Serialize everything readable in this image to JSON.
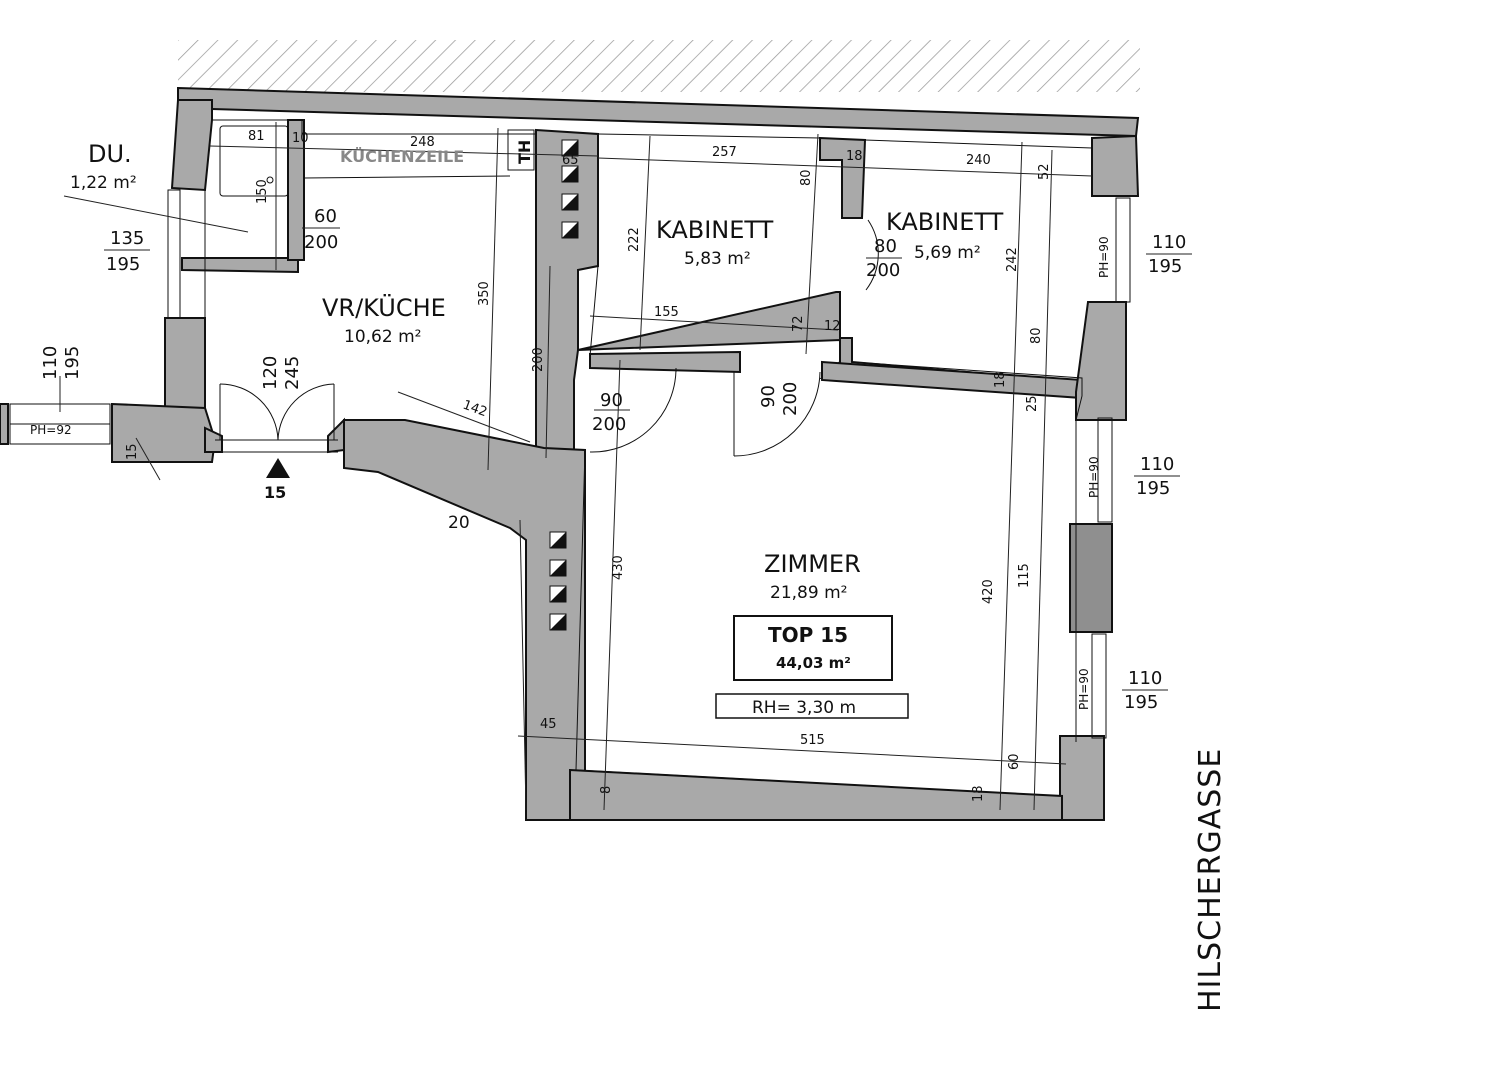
{
  "rooms": {
    "du": {
      "name": "DU.",
      "area": "1,22 m²"
    },
    "vr_kueche": {
      "name": "VR/KÜCHE",
      "area": "10,62 m²"
    },
    "kabinett1": {
      "name": "KABINETT",
      "area": "5,83 m²"
    },
    "kabinett2": {
      "name": "KABINETT",
      "area": "5,69 m²"
    },
    "zimmer": {
      "name": "ZIMMER",
      "area": "21,89 m²"
    }
  },
  "unit": {
    "name": "TOP 15",
    "area": "44,03 m²",
    "room_height": "RH= 3,30 m"
  },
  "street": "HILSCHERGASSE",
  "kitchen_label": "KÜCHENZEILE",
  "th_label": "TH",
  "entrance_number": "15",
  "dimensions": {
    "d81": "81",
    "d10": "10",
    "d248": "248",
    "d65": "65",
    "d257": "257",
    "d18a": "18",
    "d240": "240",
    "d52": "52",
    "d150": "150",
    "d80a": "80",
    "d222": "222",
    "d242": "242",
    "d350": "350",
    "d155": "155",
    "d72": "72",
    "d12": "12",
    "d80b": "80",
    "d200": "200",
    "d142": "142",
    "d18b": "18",
    "d25": "25",
    "d15": "15",
    "d20": "20",
    "d430": "430",
    "d420": "420",
    "d115": "115",
    "d45": "45",
    "d515": "515",
    "d60": "60",
    "d8": "8",
    "d18c": "18"
  },
  "openings": {
    "du_door": {
      "width": "60",
      "height": "200"
    },
    "du_window": {
      "width": "135",
      "height": "195"
    },
    "left_window": {
      "width": "110",
      "height": "195",
      "parapet": "PH=92"
    },
    "entry_door": {
      "width": "120",
      "height": "245"
    },
    "kab2_door": {
      "width": "80",
      "height": "200"
    },
    "kueche_door": {
      "width": "90",
      "height": "200"
    },
    "zimmer_door": {
      "width": "90",
      "height": "200"
    },
    "kab2_window": {
      "width": "110",
      "height": "195",
      "parapet": "PH=90"
    },
    "zimmer_window1": {
      "width": "110",
      "height": "195",
      "parapet": "PH=90"
    },
    "zimmer_window2": {
      "width": "110",
      "height": "195",
      "parapet": "PH=90"
    }
  }
}
